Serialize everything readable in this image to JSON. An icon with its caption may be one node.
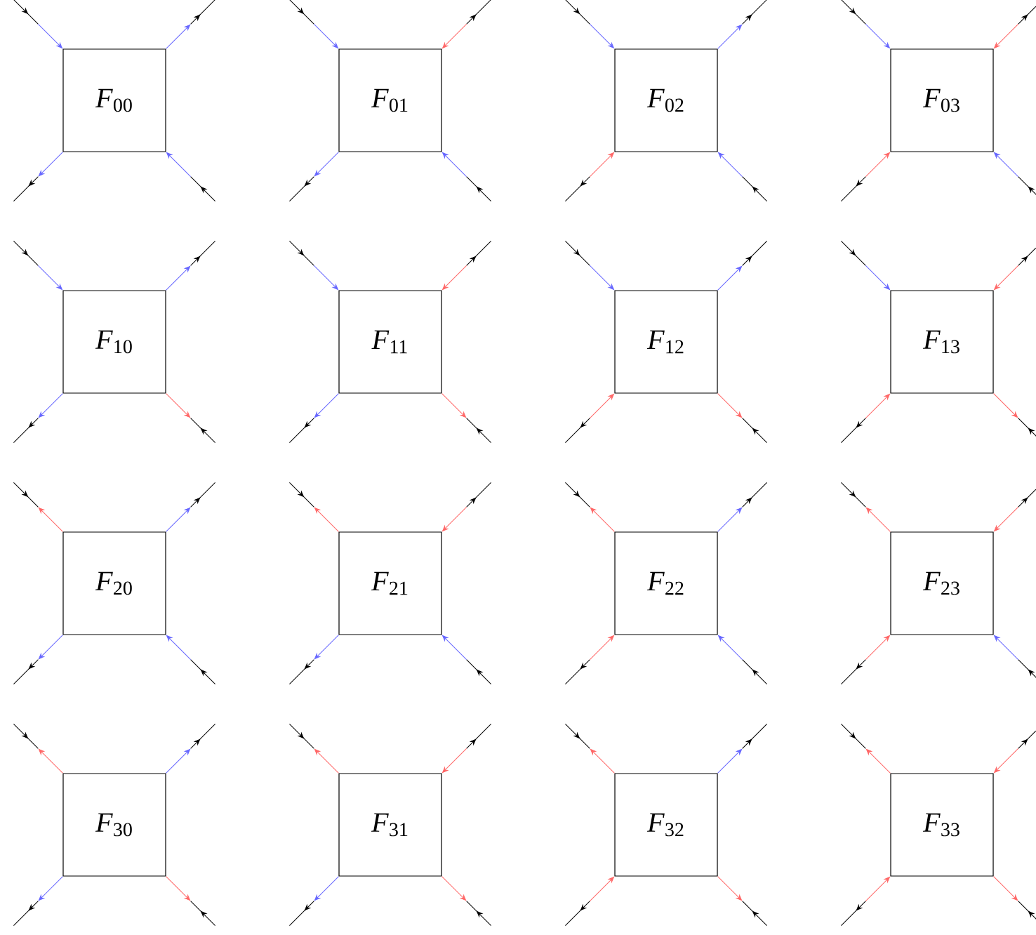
{
  "diagram": {
    "nodes": [
      {
        "text": [
          "*F*$_{00}$"
        ]
      },
      {
        "text": [
          "*F*$_{01}$"
        ]
      },
      {
        "text": [
          "*F*$_{02}$"
        ]
      },
      {
        "text": [
          "*F*$_{03}$"
        ]
      },
      {
        "text": [
          "*F*$_{10}$"
        ]
      },
      {
        "text": [
          "*F*$_{11}$"
        ]
      },
      {
        "text": [
          "*F*$_{12}$"
        ]
      },
      {
        "text": [
          "*F*$_{13}$"
        ]
      },
      {
        "text": [
          "*F*$_{20}$"
        ]
      },
      {
        "text": [
          "*F*$_{21}$"
        ]
      },
      {
        "text": [
          "*F*$_{22}$"
        ]
      },
      {
        "text": [
          "*F*$_{23}$"
        ]
      },
      {
        "text": [
          "*F*$_{30}$"
        ]
      },
      {
        "text": [
          "*F*$_{31}$"
        ]
      },
      {
        "text": [
          "*F*$_{32}$"
        ]
      },
      {
        "text": [
          "*F*$_{33}$"
        ]
      }
    ],
    "edges": [
      {
        "from": null,
        "to": 0,
        "arrow": "to"
      },
      {
        "from": 0,
        "to": null,
        "arrow": "to"
      },
      {
        "from": 0,
        "to": null,
        "arrow": "to"
      },
      {
        "from": null,
        "to": 0,
        "arrow": "to"
      },
      {
        "from": null,
        "to": 1,
        "arrow": "to"
      },
      {
        "from": null,
        "to": 1,
        "arrow": "to",
        "color": "#ff6666"
      },
      {
        "from": 1,
        "to": null,
        "arrow": "to"
      },
      {
        "from": null,
        "to": 1,
        "arrow": "to"
      },
      {
        "from": null,
        "to": 2,
        "arrow": "to"
      },
      {
        "from": 2,
        "to": null,
        "arrow": "to"
      },
      {
        "from": null,
        "to": 2,
        "arrow": "to",
        "color": "#ff6666"
      },
      {
        "from": null,
        "to": 2,
        "arrow": "to"
      },
      {
        "from": null,
        "to": 3,
        "arrow": "to"
      },
      {
        "from": null,
        "to": 3,
        "arrow": "to",
        "color": "#ff6666"
      },
      {
        "from": null,
        "to": 3,
        "arrow": "to",
        "color": "#ff6666"
      },
      {
        "from": null,
        "to": 3,
        "arrow": "to"
      },
      {
        "from": null,
        "to": 4,
        "arrow": "to"
      },
      {
        "from": 4,
        "to": null,
        "arrow": "to"
      },
      {
        "from": 4,
        "to": null,
        "arrow": "to"
      },
      {
        "from": 4,
        "to": null,
        "arrow": "to",
        "color": "#ff6666"
      },
      {
        "from": null,
        "to": 5,
        "arrow": "to"
      },
      {
        "from": null,
        "to": 5,
        "arrow": "to",
        "color": "#ff6666"
      },
      {
        "from": 5,
        "to": null,
        "arrow": "to"
      },
      {
        "from": 5,
        "to": null,
        "arrow": "to",
        "color": "#ff6666"
      },
      {
        "from": null,
        "to": 6,
        "arrow": "to"
      },
      {
        "from": 6,
        "to": null,
        "arrow": "to"
      },
      {
        "from": null,
        "to": 6,
        "arrow": "to",
        "color": "#ff6666"
      },
      {
        "from": 6,
        "to": null,
        "arrow": "to",
        "color": "#ff6666"
      },
      {
        "from": null,
        "to": 7,
        "arrow": "to"
      },
      {
        "from": null,
        "to": 7,
        "arrow": "to",
        "color": "#ff6666"
      },
      {
        "from": null,
        "to": 7,
        "arrow": "to",
        "color": "#ff6666"
      },
      {
        "from": 7,
        "to": null,
        "arrow": "to",
        "color": "#ff6666"
      },
      {
        "from": 8,
        "to": null,
        "arrow": "to",
        "color": "#ff6666"
      },
      {
        "from": 8,
        "to": null,
        "arrow": "to"
      },
      {
        "from": 8,
        "to": null,
        "arrow": "to"
      },
      {
        "from": null,
        "to": 8,
        "arrow": "to"
      },
      {
        "from": 9,
        "to": null,
        "arrow": "to",
        "color": "#ff6666"
      },
      {
        "from": null,
        "to": 9,
        "arrow": "to",
        "color": "#ff6666"
      },
      {
        "from": 9,
        "to": null,
        "arrow": "to"
      },
      {
        "from": null,
        "to": 9,
        "arrow": "to"
      },
      {
        "from": 10,
        "to": null,
        "arrow": "to",
        "color": "#ff6666"
      },
      {
        "from": 10,
        "to": null,
        "arrow": "to"
      },
      {
        "from": null,
        "to": 10,
        "arrow": "to",
        "color": "#ff6666"
      },
      {
        "from": null,
        "to": 10,
        "arrow": "to"
      },
      {
        "from": 11,
        "to": null,
        "arrow": "to",
        "color": "#ff6666"
      },
      {
        "from": null,
        "to": 11,
        "arrow": "to",
        "color": "#ff6666"
      },
      {
        "from": null,
        "to": 11,
        "arrow": "to",
        "color": "#ff6666"
      },
      {
        "from": null,
        "to": 11,
        "arrow": "to"
      },
      {
        "from": 12,
        "to": null,
        "arrow": "to",
        "color": "#ff6666"
      },
      {
        "from": 12,
        "to": null,
        "arrow": "to"
      },
      {
        "from": 12,
        "to": null,
        "arrow": "to"
      },
      {
        "from": 12,
        "to": null,
        "arrow": "to",
        "color": "#ff6666"
      },
      {
        "from": 13,
        "to": null,
        "arrow": "to",
        "color": "#ff6666"
      },
      {
        "from": null,
        "to": 13,
        "arrow": "to",
        "color": "#ff6666"
      },
      {
        "from": 13,
        "to": null,
        "arrow": "to"
      },
      {
        "from": 13,
        "to": null,
        "arrow": "to",
        "color": "#ff6666"
      },
      {
        "from": 14,
        "to": null,
        "arrow": "to",
        "color": "#ff6666"
      },
      {
        "from": 14,
        "to": null,
        "arrow": "to"
      },
      {
        "from": null,
        "to": 14,
        "arrow": "to",
        "color": "#ff6666"
      },
      {
        "from": 14,
        "to": null,
        "arrow": "to",
        "color": "#ff6666"
      },
      {
        "from": 15,
        "to": null,
        "arrow": "to",
        "color": "#ff6666"
      },
      {
        "from": null,
        "to": 15,
        "arrow": "to",
        "color": "#ff6666"
      },
      {
        "from": null,
        "to": 15,
        "arrow": "to",
        "color": "#ff6666"
      },
      {
        "from": 15,
        "to": null,
        "arrow": "to",
        "color": "#ff6666"
      }
    ]
  }
}
